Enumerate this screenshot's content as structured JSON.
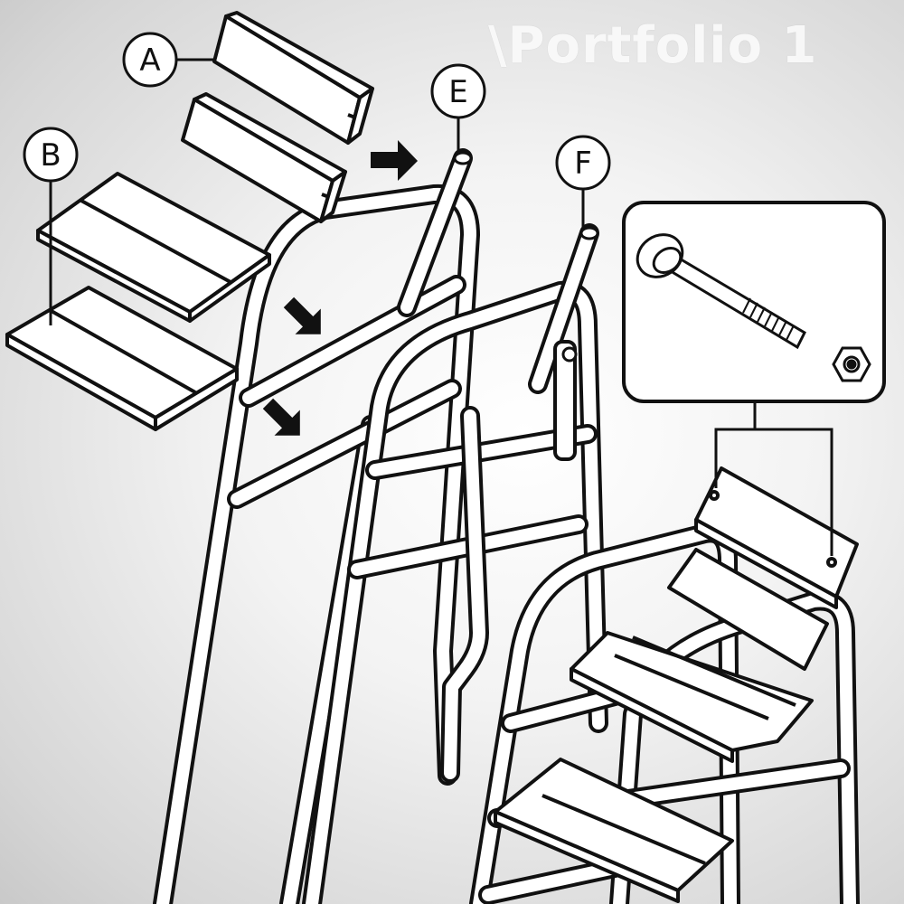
{
  "watermark": "\\Portfolio 1",
  "callouts": {
    "a": "A",
    "b": "B",
    "e": "E",
    "f": "F"
  },
  "colors": {
    "line": "#111111",
    "part_fill": "#ffffff",
    "background": "#e4e4e4"
  },
  "icons": {
    "arrow": "direction-arrow-icon",
    "bolt": "bolt-icon",
    "nut": "hex-nut-icon"
  }
}
